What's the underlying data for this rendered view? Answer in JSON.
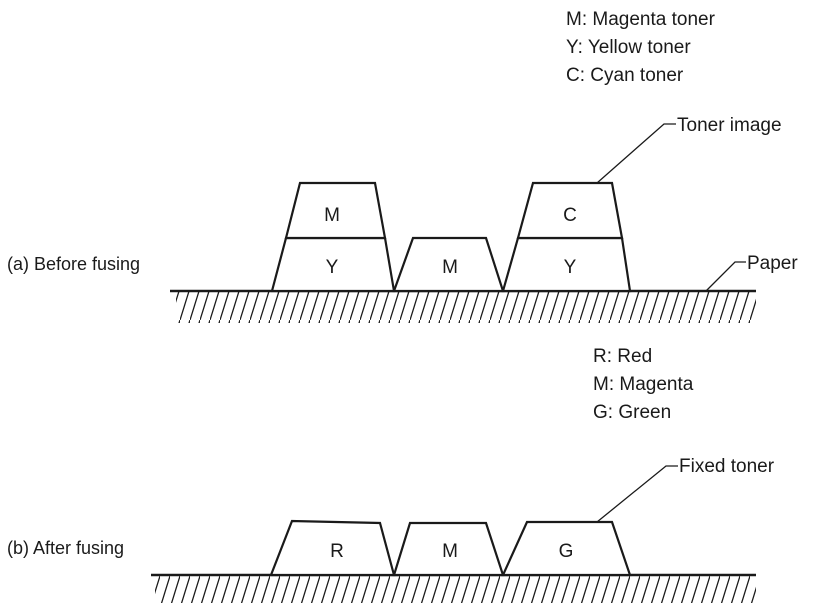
{
  "before": {
    "caption": "(a) Before fusing",
    "legend": [
      "M: Magenta toner",
      "Y: Yellow toner",
      "C: Cyan toner"
    ],
    "callout_toner": "Toner image",
    "callout_paper": "Paper",
    "stack1_top": "M",
    "stack1_bottom": "Y",
    "stack2": "M",
    "stack3_top": "C",
    "stack3_bottom": "Y"
  },
  "after": {
    "caption": "(b) After fusing",
    "legend": [
      "R: Red",
      "M: Magenta",
      "G: Green"
    ],
    "callout_fixed": "Fixed toner",
    "blob1": "R",
    "blob2": "M",
    "blob3": "G"
  }
}
